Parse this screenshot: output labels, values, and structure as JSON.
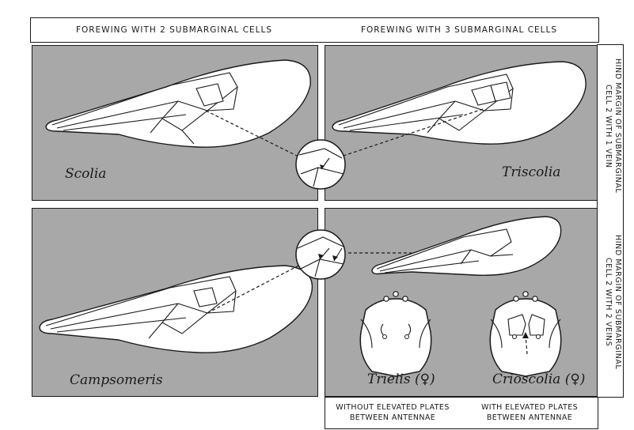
{
  "headers": {
    "left": "FOREWING WITH 2 SUBMARGINAL CELLS",
    "right": "FOREWING WITH 3 SUBMARGINAL CELLS"
  },
  "side_labels": {
    "top": {
      "line1": "HIND MARGIN OF SUBMARGINAL",
      "line2": "CELL 2 WITH 1 VEIN"
    },
    "bottom": {
      "line1": "HIND MARGIN OF SUBMARGINAL",
      "line2": "CELL 2 WITH 2 VEINS"
    }
  },
  "genera": {
    "scolia": "Scolia",
    "triscolia": "Triscolia",
    "campsomeris": "Campsomeris",
    "trielis": "Trielis (♀)",
    "crioscolia": "Crioscolia (♀)"
  },
  "footers": {
    "left": {
      "line1": "WITHOUT ELEVATED PLATES",
      "line2": "BETWEEN ANTENNAE"
    },
    "right": {
      "line1": "WITH ELEVATED PLATES",
      "line2": "BETWEEN ANTENNAE"
    }
  },
  "colors": {
    "panel_fill": "#a8a8a8",
    "line": "#1a1a1a",
    "wing_fill": "#ffffff"
  }
}
